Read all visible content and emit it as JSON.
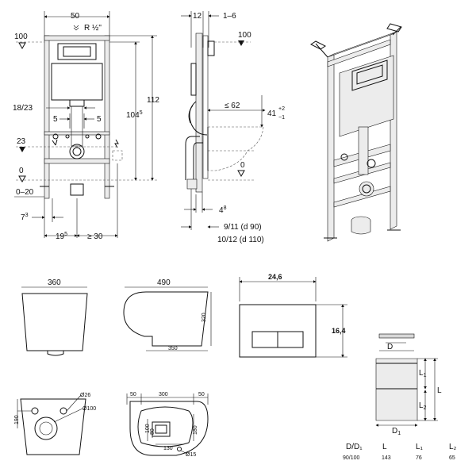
{
  "frame_front": {
    "width": "50",
    "supply": "R ½\"",
    "level_100": "100",
    "level_23": "23",
    "level_0": "0",
    "range_0_20": "0–20",
    "d_18_23": "18/23",
    "d_5_left": "5",
    "d_5_right": "5",
    "height_112": "112",
    "height_104": "104",
    "height_104_sup": "5",
    "d_7": "7",
    "d_7_sup": "3",
    "d_19": "19",
    "d_19_sup": "5",
    "d_30": "≥ 30"
  },
  "frame_side": {
    "d_12": "12",
    "d_1_6": "1–6",
    "level_100": "100",
    "d_62": "≤ 62",
    "d_41": "41",
    "d_41_plus": "+2",
    "d_41_minus": "−1",
    "level_0": "0",
    "d_4": "4",
    "d_4_sup": "8",
    "d_9_11": "9/11 (d 90)",
    "d_10_12": "10/12 (d 110)"
  },
  "wc": {
    "width_360": "360",
    "length_490": "490",
    "height_320": "320",
    "depth_350": "350",
    "d_26": "Ø26",
    "d_100": "Ø100",
    "d_50_left": "50",
    "d_300": "300",
    "d_50_right": "50",
    "d_190": "190",
    "d_100_v": "100",
    "d_80": "80",
    "d_130": "130",
    "d_180": "180",
    "d_15": "Ø15"
  },
  "plate": {
    "width": "24,6",
    "height": "16,4"
  },
  "pipe": {
    "label_d": "D",
    "label_d1": "D",
    "label_d1_sub": "1",
    "label_l": "L",
    "label_l1": "L",
    "label_l1_sub": "1",
    "label_l2": "L",
    "label_l2_sub": "2",
    "table_headers": [
      "D/D₁",
      "L",
      "L₁",
      "L₂"
    ],
    "table_row": [
      "90/100",
      "143",
      "76",
      "65"
    ]
  }
}
